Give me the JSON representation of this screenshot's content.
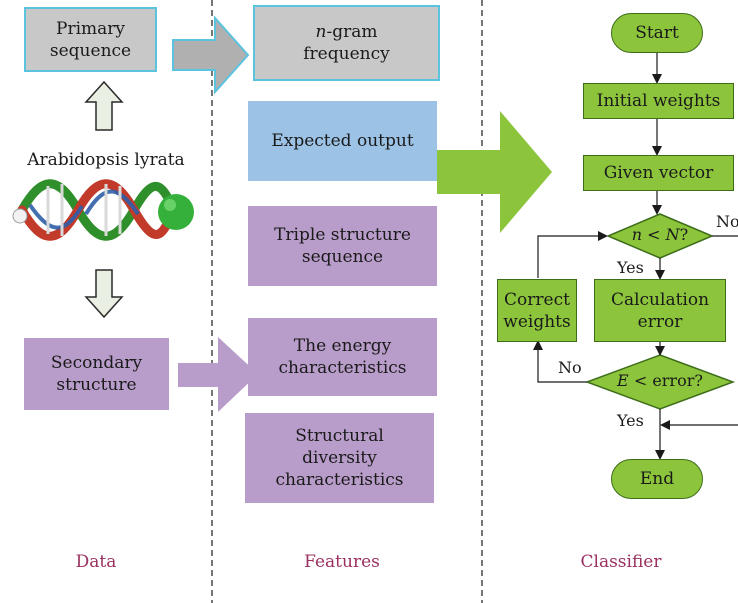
{
  "data_column": {
    "primary": "Primary\nsequence",
    "organism": "Arabidopsis lyrata",
    "secondary": "Secondary\nstructure",
    "caption": "Data"
  },
  "features_column": {
    "ngram_prefix": "n",
    "ngram_rest": "-gram\nfrequency",
    "expected": "Expected output",
    "triple": "Triple structure\nsequence",
    "energy": "The energy\ncharacteristics",
    "diversity": "Structural\ndiversity\ncharacteristics",
    "caption": "Features"
  },
  "classifier_column": {
    "start": "Start",
    "initial_weights": "Initial weights",
    "given_vector": "Given vector",
    "cond1_a": "n",
    "cond1_b": " < ",
    "cond1_c": "N",
    "cond1_d": "?",
    "no_top": "No",
    "yes1": "Yes",
    "correct_weights": "Correct\nweights",
    "calc_error": "Calculation\nerror",
    "no_left": "No",
    "cond2_a": "E",
    "cond2_b": " < error?",
    "yes2": "Yes",
    "end": "End",
    "caption": "Classifier"
  },
  "colors": {
    "arrow_gray": "#b0b0b0",
    "arrow_gray_outline": "#5bc3de",
    "arrow_purple": "#b89cc9",
    "arrow_green": "#8cc43c",
    "flow_green": "#8cc43c",
    "caption": "#9a3060"
  }
}
